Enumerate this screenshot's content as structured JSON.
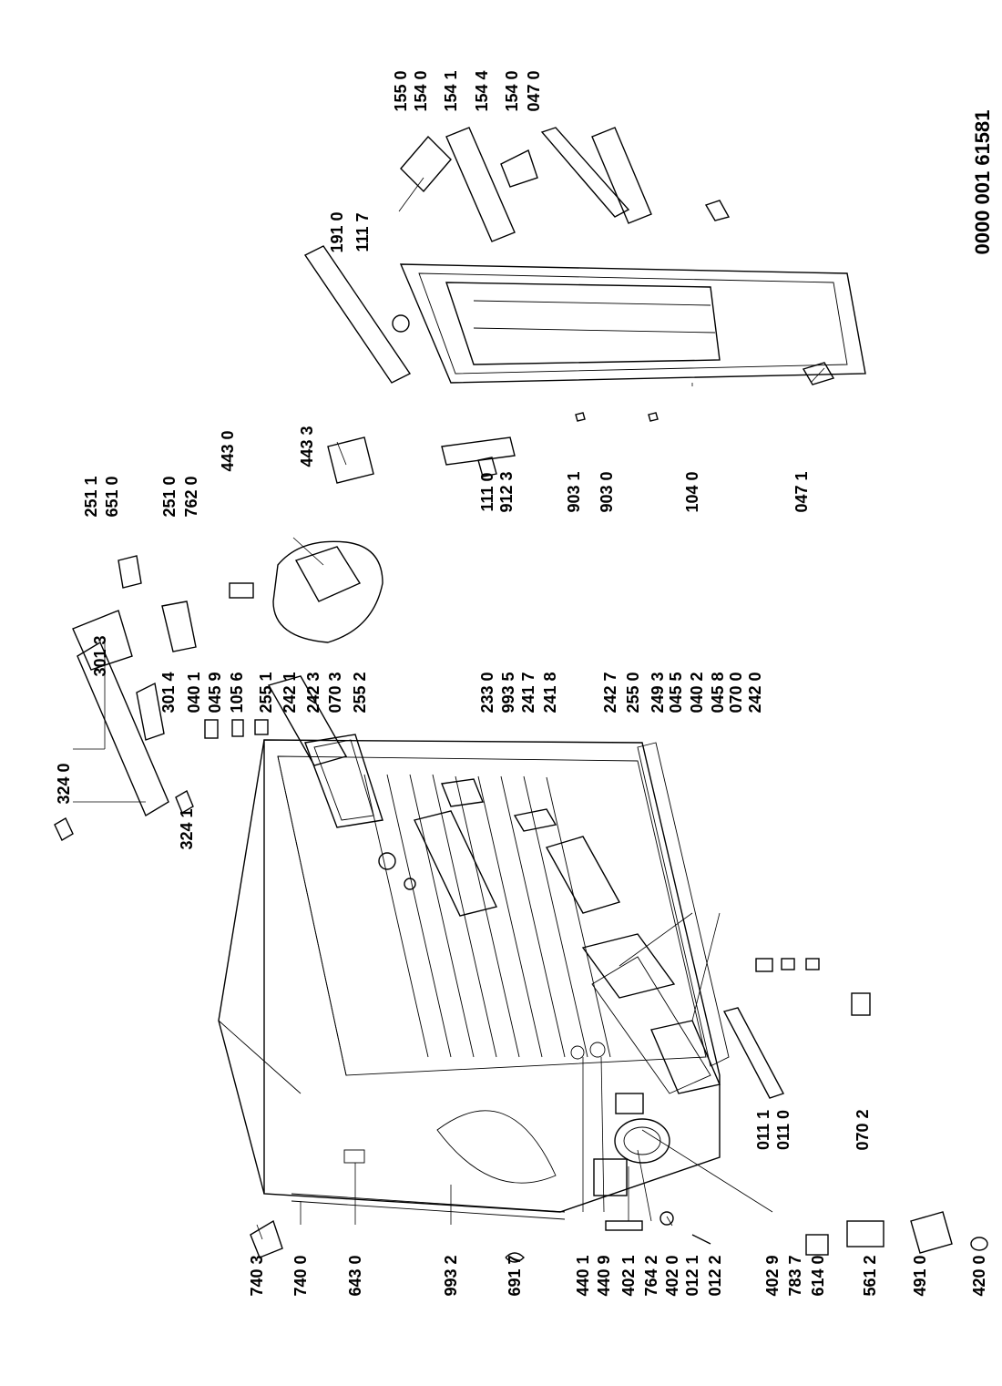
{
  "drawing_number": "0000 001 61581",
  "callouts": [
    "740 3",
    "740 0",
    "643 0",
    "993 2",
    "691 7",
    "440 1",
    "440 9",
    "402 1",
    "764 2",
    "402 0",
    "012 1",
    "012 2",
    "402 9",
    "783 7",
    "614 0",
    "561 2",
    "491 0",
    "420 0",
    "011 1",
    "011 0",
    "070 2",
    "040 1",
    "045 9",
    "105 6",
    "255 1",
    "242 1",
    "242 3",
    "070 3",
    "255 2",
    "233 0",
    "993 5",
    "241 7",
    "241 8",
    "242 7",
    "255 0",
    "249 3",
    "045 5",
    "040 2",
    "045 8",
    "070 0",
    "242 0",
    "301 3",
    "324 0",
    "301 4",
    "324 1",
    "251 1",
    "651 0",
    "251 0",
    "762 0",
    "443 0",
    "443 3",
    "111 0",
    "912 3",
    "903 1",
    "903 0",
    "104 0",
    "047 1",
    "191 0",
    "111 7",
    "155 0",
    "154 0",
    "154 1",
    "154 4",
    "154 0",
    "047 0"
  ]
}
